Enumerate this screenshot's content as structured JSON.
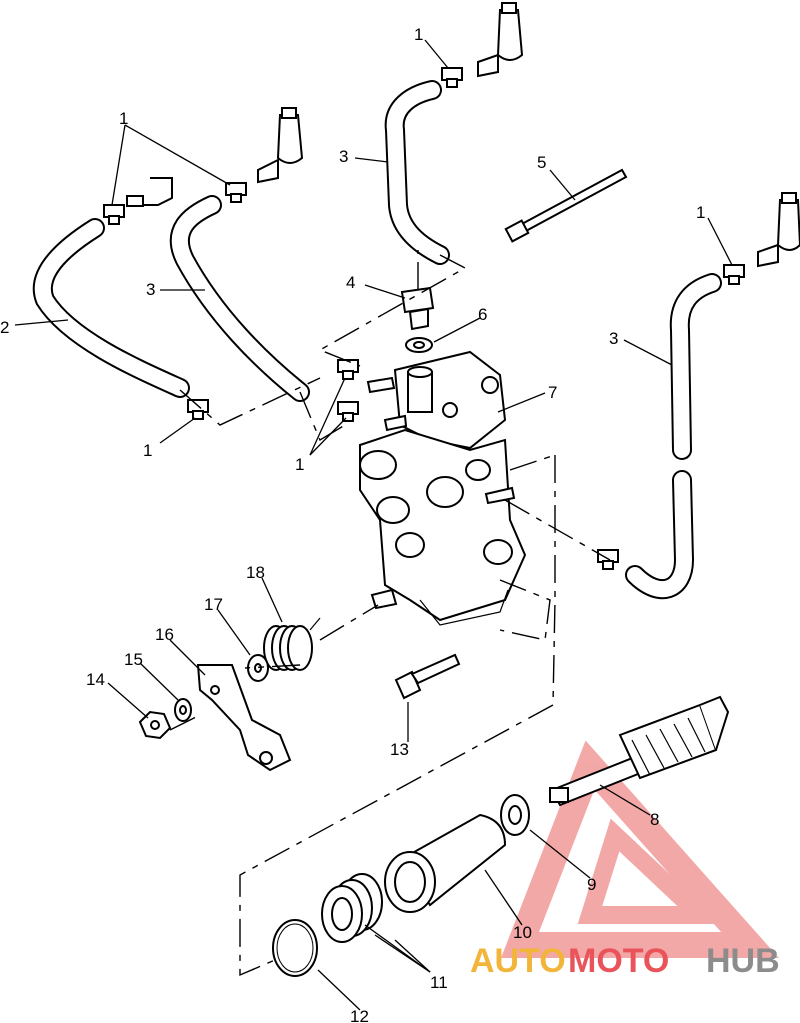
{
  "diagram": {
    "labels": [
      "1",
      "1",
      "1",
      "1",
      "1",
      "2",
      "3",
      "3",
      "3",
      "4",
      "5",
      "6",
      "7",
      "8",
      "9",
      "10",
      "11",
      "12",
      "13",
      "14",
      "15",
      "16",
      "17",
      "18"
    ]
  },
  "watermark": {
    "auto": "AUTO",
    "moto": "MOTO",
    "hub": "HUB",
    "colors": {
      "auto": "#F2B53A",
      "moto": "#E8545A",
      "hub": "#8C8C8C",
      "logo": "#F29A9A"
    }
  }
}
